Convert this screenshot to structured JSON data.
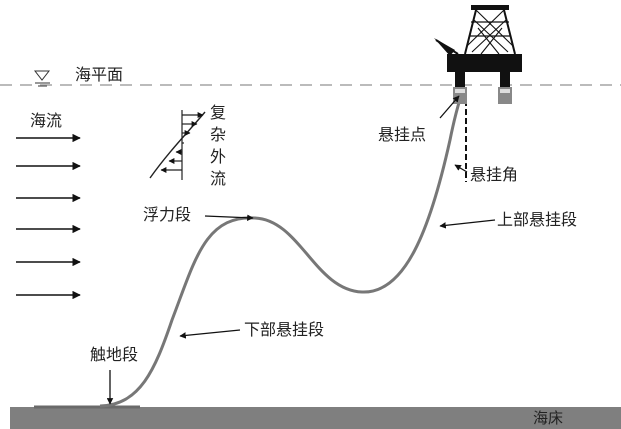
{
  "labels": {
    "sea_level": "海平面",
    "ocean_current": "海流",
    "complex_current": [
      "复",
      "杂",
      "外",
      "流"
    ],
    "buoyancy_section": "浮力段",
    "hang_point": "悬挂点",
    "hang_angle": "悬挂角",
    "upper_catenary": "上部悬挂段",
    "lower_catenary": "下部悬挂段",
    "touchdown_section": "触地段",
    "seabed": "海床"
  }
}
